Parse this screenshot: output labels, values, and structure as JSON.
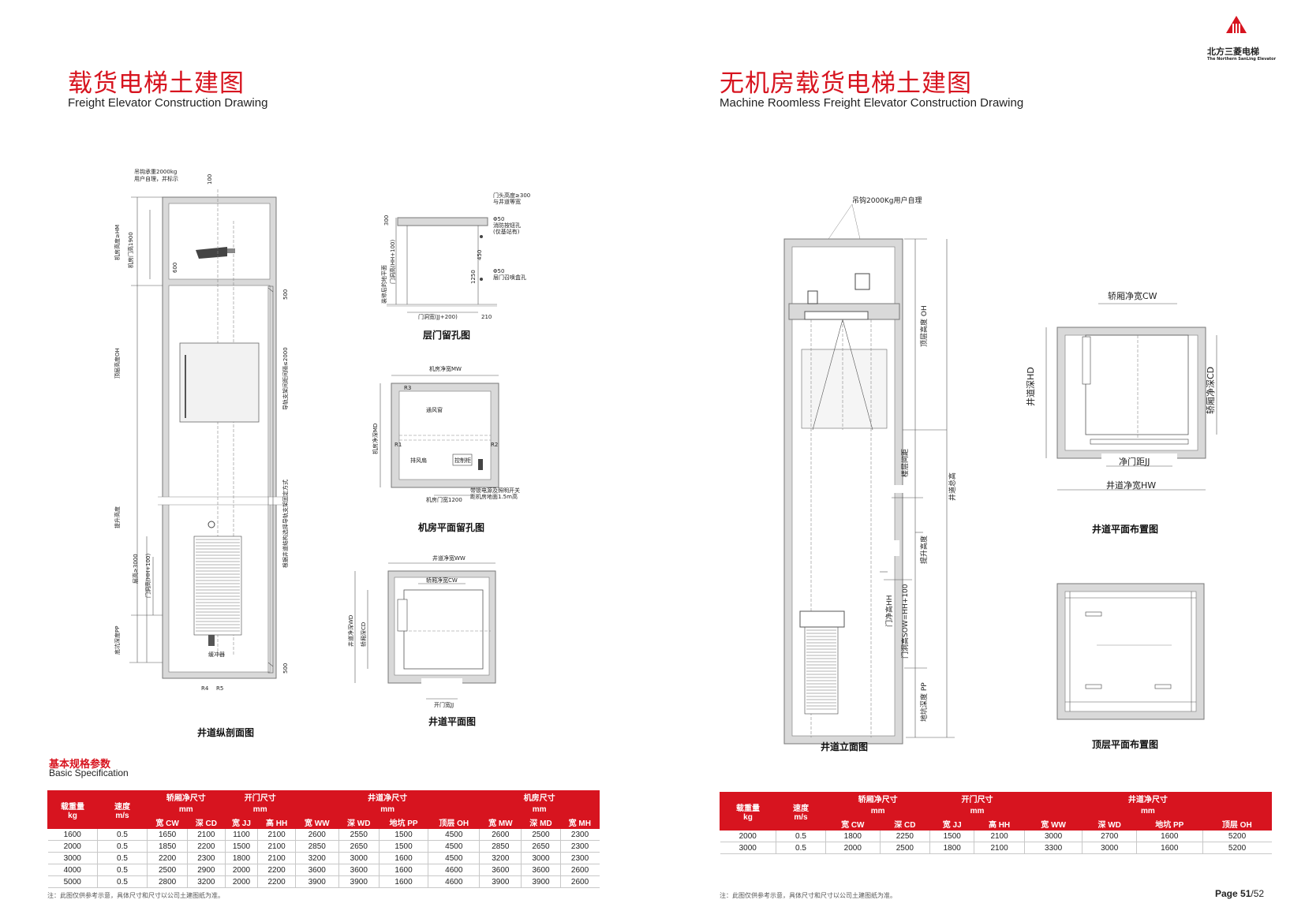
{
  "brand": {
    "name_cn": "北方三菱电梯",
    "name_en": "The Northern SanLing Elevator",
    "color": "#d7141f"
  },
  "left": {
    "title_cn": "载货电梯土建图",
    "title_en": "Freight Elevator Construction Drawing",
    "drawings": {
      "section": {
        "caption": "井道纵剖面图",
        "hook_note_1": "吊钩承重2000kg",
        "hook_note_2": "用户自理，并标示",
        "dim_100": "100",
        "machine_room_height": "机房高度≥HM",
        "machine_room_door": "机房门高1900",
        "dim_600": "600",
        "overhead": "顶层高度OH",
        "travel": "提升高度",
        "floor_height": "层高≥3000",
        "door_height": "门洞高(HH+100)",
        "pit_depth": "底坑深度PP",
        "buffer": "缓冲器",
        "r4": "R4",
        "r5": "R5",
        "bracket_spacing": "导轨支架间距间隔≤2000",
        "dim_500_top": "500",
        "bracket_note": "根据井道结构选择导轨支架固定方式",
        "dim_500_bottom": "500"
      },
      "door_opening": {
        "caption": "层门留孔图",
        "note_1": "门头高度≥300",
        "note_1b": "与井道等宽",
        "note_2": "Φ50",
        "note_2b": "消防按钮孔",
        "note_2c": "(仅基站有)",
        "note_3": "Φ50",
        "note_3b": "层门召唤盒孔",
        "dim_300": "300",
        "dim_1250": "1250",
        "dim_450": "450",
        "floor_level": "装修后的地平面",
        "door_h": "门洞高(HH+100)",
        "door_w": "门洞宽(JJ+200)",
        "dim_210": "210"
      },
      "machine_room_plan": {
        "caption": "机房平面留孔图",
        "width": "机房净宽MW",
        "depth": "机房净深MD",
        "r3": "R3",
        "r1": "R1",
        "r2": "R2",
        "vent_window": "通风窗",
        "exhaust_fan": "排风扇",
        "control_cabinet": "控制柜",
        "door_width": "机房门宽1200",
        "switch_note_1": "带锁电源及照明开关",
        "switch_note_2": "距机房地面1.5m高"
      },
      "hoistway_plan": {
        "caption": "井道平面图",
        "width": "井道净宽WW",
        "depth": "井道净深WD",
        "car_depth": "轿厢深CD",
        "car_width": "轿厢净宽CW",
        "door_width": "开门宽JJ"
      }
    },
    "spec": {
      "title_cn": "基本规格参数",
      "title_en": "Basic Specification",
      "headers": {
        "load": "载重量",
        "load_unit": "kg",
        "speed": "速度",
        "speed_unit": "m/s",
        "car": "轿厢净尺寸",
        "door": "开门尺寸",
        "shaft": "井道净尺寸",
        "room": "机房尺寸",
        "unit": "mm",
        "cw": "宽 CW",
        "cd": "深 CD",
        "jj": "宽 JJ",
        "hh": "高 HH",
        "ww": "宽 WW",
        "wd": "深 WD",
        "pp": "地坑 PP",
        "oh": "顶层 OH",
        "mw": "宽 MW",
        "md": "深 MD",
        "mh": "宽 MH"
      },
      "rows": [
        [
          "1600",
          "0.5",
          "1650",
          "2100",
          "1100",
          "2100",
          "2600",
          "2550",
          "1500",
          "4500",
          "2600",
          "2500",
          "2300"
        ],
        [
          "2000",
          "0.5",
          "1850",
          "2200",
          "1500",
          "2100",
          "2850",
          "2650",
          "1500",
          "4500",
          "2850",
          "2650",
          "2300"
        ],
        [
          "3000",
          "0.5",
          "2200",
          "2300",
          "1800",
          "2100",
          "3200",
          "3000",
          "1600",
          "4500",
          "3200",
          "3000",
          "2300"
        ],
        [
          "4000",
          "0.5",
          "2500",
          "2900",
          "2000",
          "2200",
          "3600",
          "3600",
          "1600",
          "4600",
          "3600",
          "3600",
          "2600"
        ],
        [
          "5000",
          "0.5",
          "2800",
          "3200",
          "2000",
          "2200",
          "3900",
          "3900",
          "1600",
          "4600",
          "3900",
          "3900",
          "2600"
        ]
      ],
      "note": "注：此图仅供参考示意，具体尺寸和尺寸以公司土建图纸为准。"
    }
  },
  "right": {
    "title_cn": "无机房载货电梯土建图",
    "title_en": "Machine Roomless Freight Elevator Construction Drawing",
    "drawings": {
      "elevation": {
        "caption": "井道立面图",
        "hook_note": "吊钩2000Kg用户自理",
        "overhead": "顶层高度 OH",
        "floor_spacing": "楼层间距",
        "shaft_total": "井道总高",
        "travel": "提升高度",
        "door_clear_h": "门净高HH",
        "door_opening_h": "门洞高SOW=HH+100",
        "pit_depth": "地坑深度 PP"
      },
      "shaft_plan": {
        "caption": "井道平面布置图",
        "car_width": "轿厢净宽CW",
        "shaft_depth": "井道深HD",
        "car_depth": "轿厢净深CD",
        "door_width": "净门距JJ",
        "shaft_width": "井道净宽HW"
      },
      "top_plan": {
        "caption": "顶层平面布置图"
      }
    },
    "spec": {
      "headers": {
        "load": "载重量",
        "load_unit": "kg",
        "speed": "速度",
        "speed_unit": "m/s",
        "car": "轿厢净尺寸",
        "door": "开门尺寸",
        "shaft": "井道净尺寸",
        "unit": "mm",
        "cw": "宽 CW",
        "cd": "深 CD",
        "jj": "宽 JJ",
        "hh": "高 HH",
        "ww": "宽 WW",
        "wd": "深 WD",
        "pp": "地坑 PP",
        "oh": "顶层 OH"
      },
      "rows": [
        [
          "2000",
          "0.5",
          "1800",
          "2250",
          "1500",
          "2100",
          "3000",
          "2700",
          "1600",
          "5200"
        ],
        [
          "3000",
          "0.5",
          "2000",
          "2500",
          "1800",
          "2100",
          "3300",
          "3000",
          "1600",
          "5200"
        ]
      ],
      "note": "注：此图仅供参考示意，具体尺寸和尺寸以公司土建图纸为准。"
    },
    "page": {
      "label": "Page 51",
      "total": "/52"
    }
  }
}
